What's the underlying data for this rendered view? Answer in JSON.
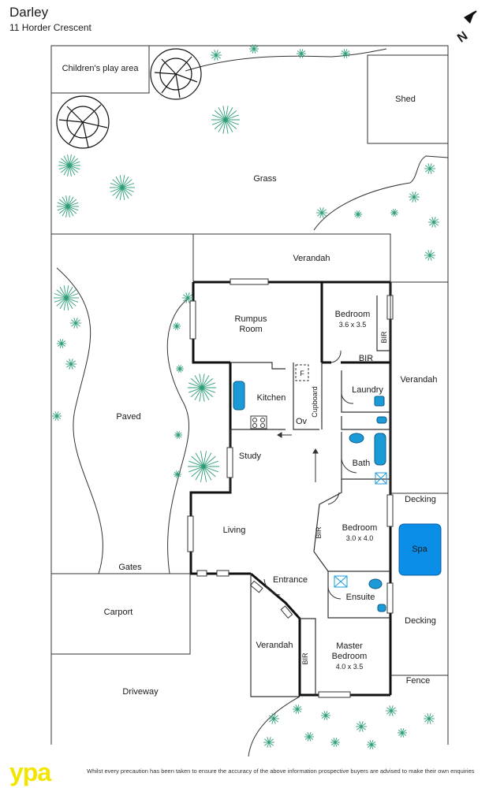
{
  "header": {
    "title": "Darley",
    "address": "11 Horder Crescent"
  },
  "compass": {
    "label": "N"
  },
  "rooms": {
    "childrens_play_area": "Children's play area",
    "shed": "Shed",
    "grass": "Grass",
    "verandah_top": "Verandah",
    "rumpus_room_line1": "Rumpus",
    "rumpus_room_line2": "Room",
    "bedroom1": "Bedroom",
    "bedroom1_size": "3.6 x 3.5",
    "bir_vertical_1": "BIR",
    "bir_horizontal": "BIR",
    "verandah_right": "Verandah",
    "kitchen": "Kitchen",
    "laundry": "Laundry",
    "cupboard": "Cupboard",
    "oven": "Ov",
    "fridge": "F",
    "paved": "Paved",
    "study": "Study",
    "bath": "Bath",
    "decking_top": "Decking",
    "living": "Living",
    "bir_vertical_2": "BIR",
    "bedroom2": "Bedroom",
    "bedroom2_size": "3.0 x 4.0",
    "spa": "Spa",
    "gates": "Gates",
    "entrance": "Entrance",
    "carport": "Carport",
    "ensuite": "Ensuite",
    "decking_bottom": "Decking",
    "verandah_front": "Verandah",
    "bir_vertical_3": "BIR",
    "master_bedroom_line1": "Master",
    "master_bedroom_line2": "Bedroom",
    "master_bedroom_size": "4.0 x 3.5",
    "fence": "Fence",
    "driveway": "Driveway"
  },
  "footer": {
    "logo": "ypa",
    "disclaimer": "Whilst every precaution has been taken to ensure the accuracy of the above information prospective buyers are advised to make their own enquiries"
  },
  "colors": {
    "spa": "#0a8ee8",
    "fixture": "#1b9ad8",
    "plant": "#2e9e78",
    "wall": "#111111",
    "logo": "#f2e600"
  }
}
